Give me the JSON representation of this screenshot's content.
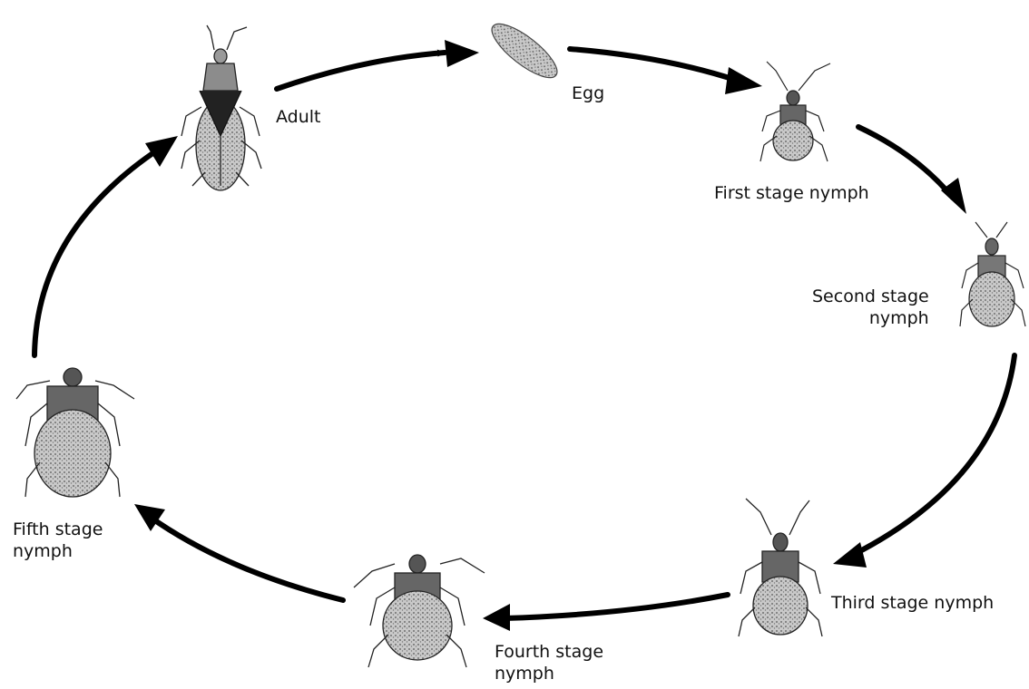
{
  "diagram": {
    "type": "life-cycle",
    "stages": {
      "adult": {
        "line1": "Adult",
        "line2": ""
      },
      "egg": {
        "line1": "Egg",
        "line2": ""
      },
      "first": {
        "line1": "First stage nymph",
        "line2": ""
      },
      "second": {
        "line1": "Second stage",
        "line2": "nymph"
      },
      "third": {
        "line1": "Third stage nymph",
        "line2": ""
      },
      "fourth": {
        "line1": "Fourth stage",
        "line2": "nymph"
      },
      "fifth": {
        "line1": "Fifth stage",
        "line2": "nymph"
      }
    },
    "cycle_order": [
      "egg",
      "first",
      "second",
      "third",
      "fourth",
      "fifth",
      "adult"
    ],
    "colors": {
      "arrow": "#000000",
      "insect_fill": "#bdbdbd",
      "insect_dark": "#2a2a2a",
      "text": "#111111"
    }
  }
}
